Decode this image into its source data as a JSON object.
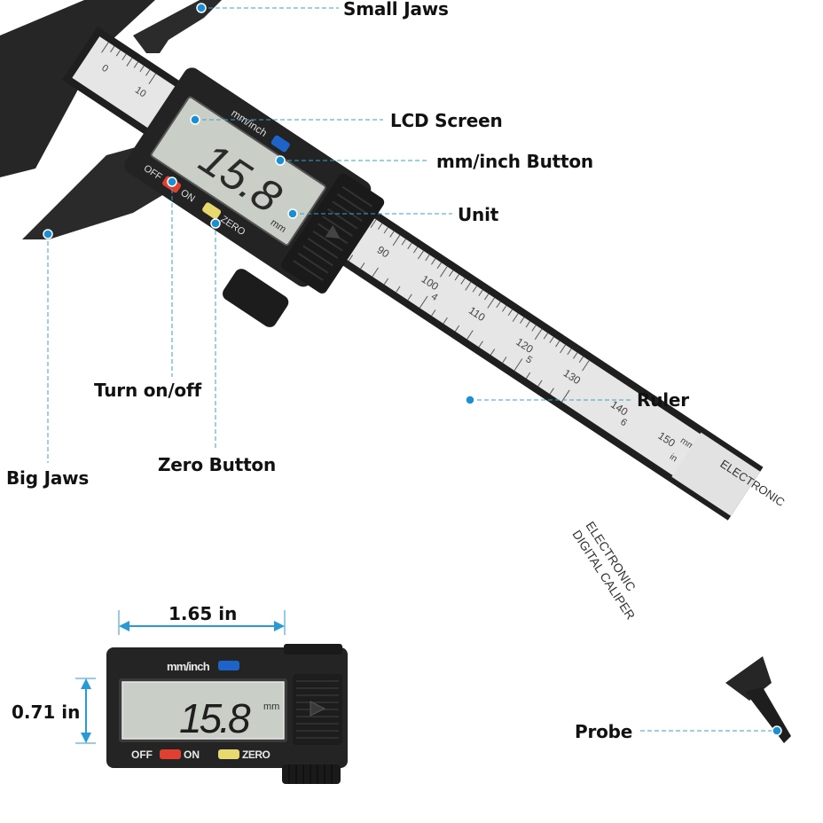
{
  "callouts": {
    "small_jaws": "Small Jaws",
    "lcd_screen": "LCD Screen",
    "mm_inch_button": "mm/inch Button",
    "unit": "Unit",
    "ruler": "Ruler",
    "turn_on_off": "Turn on/off",
    "zero_button": "Zero Button",
    "big_jaws": "Big Jaws",
    "probe": "Probe"
  },
  "caliper": {
    "display_value": "15.8",
    "unit": "mm",
    "mm_inch_label": "mm/inch",
    "off_label": "OFF",
    "on_label": "ON",
    "zero_label": "ZERO",
    "product_line1": "ELECTRONIC",
    "product_line2": "DIGITAL CALIPER",
    "scale_mm_label": "mm",
    "scale_in_label": "in",
    "scale_mm_ticks": [
      "0",
      "10",
      "90",
      "100",
      "110",
      "120",
      "130",
      "140",
      "150"
    ],
    "scale_in_ticks": [
      "4",
      "5",
      "6"
    ]
  },
  "dimensions": {
    "width": "1.65 in",
    "height": "0.71 in"
  },
  "colors": {
    "callout_dot": "#1a8fd6",
    "callout_line": "#3aa0c8",
    "mm_inch_button": "#1e64c8",
    "on_off_button": "#e04030",
    "zero_button": "#e8d870",
    "lcd_bg": "#c9cfc7",
    "body": "#2a2a2a"
  }
}
